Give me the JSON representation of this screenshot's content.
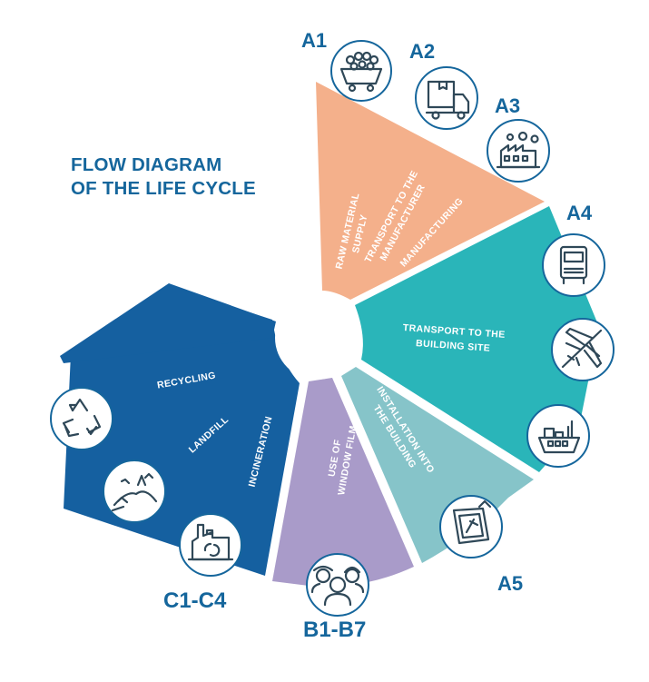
{
  "title": {
    "line1": "FLOW DIAGRAM",
    "line2": "OF THE LIFE CYCLE"
  },
  "colors": {
    "title": "#15669c",
    "production": "#f4b08b",
    "construction": "#2ab5b9",
    "installation": "#86c4c9",
    "use": "#a99bc9",
    "end_of_life": "#1560a0",
    "icon_border": "#15669c"
  },
  "stages": {
    "a1": {
      "code": "A1",
      "label": [
        "RAW MATERIAL",
        "SUPPLY"
      ],
      "icon": "ore-cart-icon"
    },
    "a2": {
      "code": "A2",
      "label": [
        "TRANSPORT TO THE",
        "MANUFACTURER"
      ],
      "icon": "delivery-truck-icon"
    },
    "a3": {
      "code": "A3",
      "label": [
        "MANUFACTURING"
      ],
      "icon": "factory-gears-icon"
    },
    "a4": {
      "code": "A4",
      "label": [
        "TRANSPORT TO THE",
        "BUILDING SITE"
      ],
      "icons": [
        "truck-front-icon",
        "airplane-icon",
        "ship-icon"
      ]
    },
    "a5": {
      "code": "A5",
      "label": [
        "INSTALLATION INTO",
        "THE BUILDING"
      ],
      "icon": "window-install-icon"
    },
    "b": {
      "code": "B1-B7",
      "label": [
        "USE OF",
        "WINDOW FILM"
      ],
      "icon": "people-icon"
    },
    "c": {
      "code": "C1-C4",
      "labels": [
        "RECYCLING",
        "LANDFILL",
        "INCINERATION"
      ],
      "icons": [
        "recycle-icon",
        "landfill-icon",
        "incinerator-icon"
      ]
    }
  }
}
